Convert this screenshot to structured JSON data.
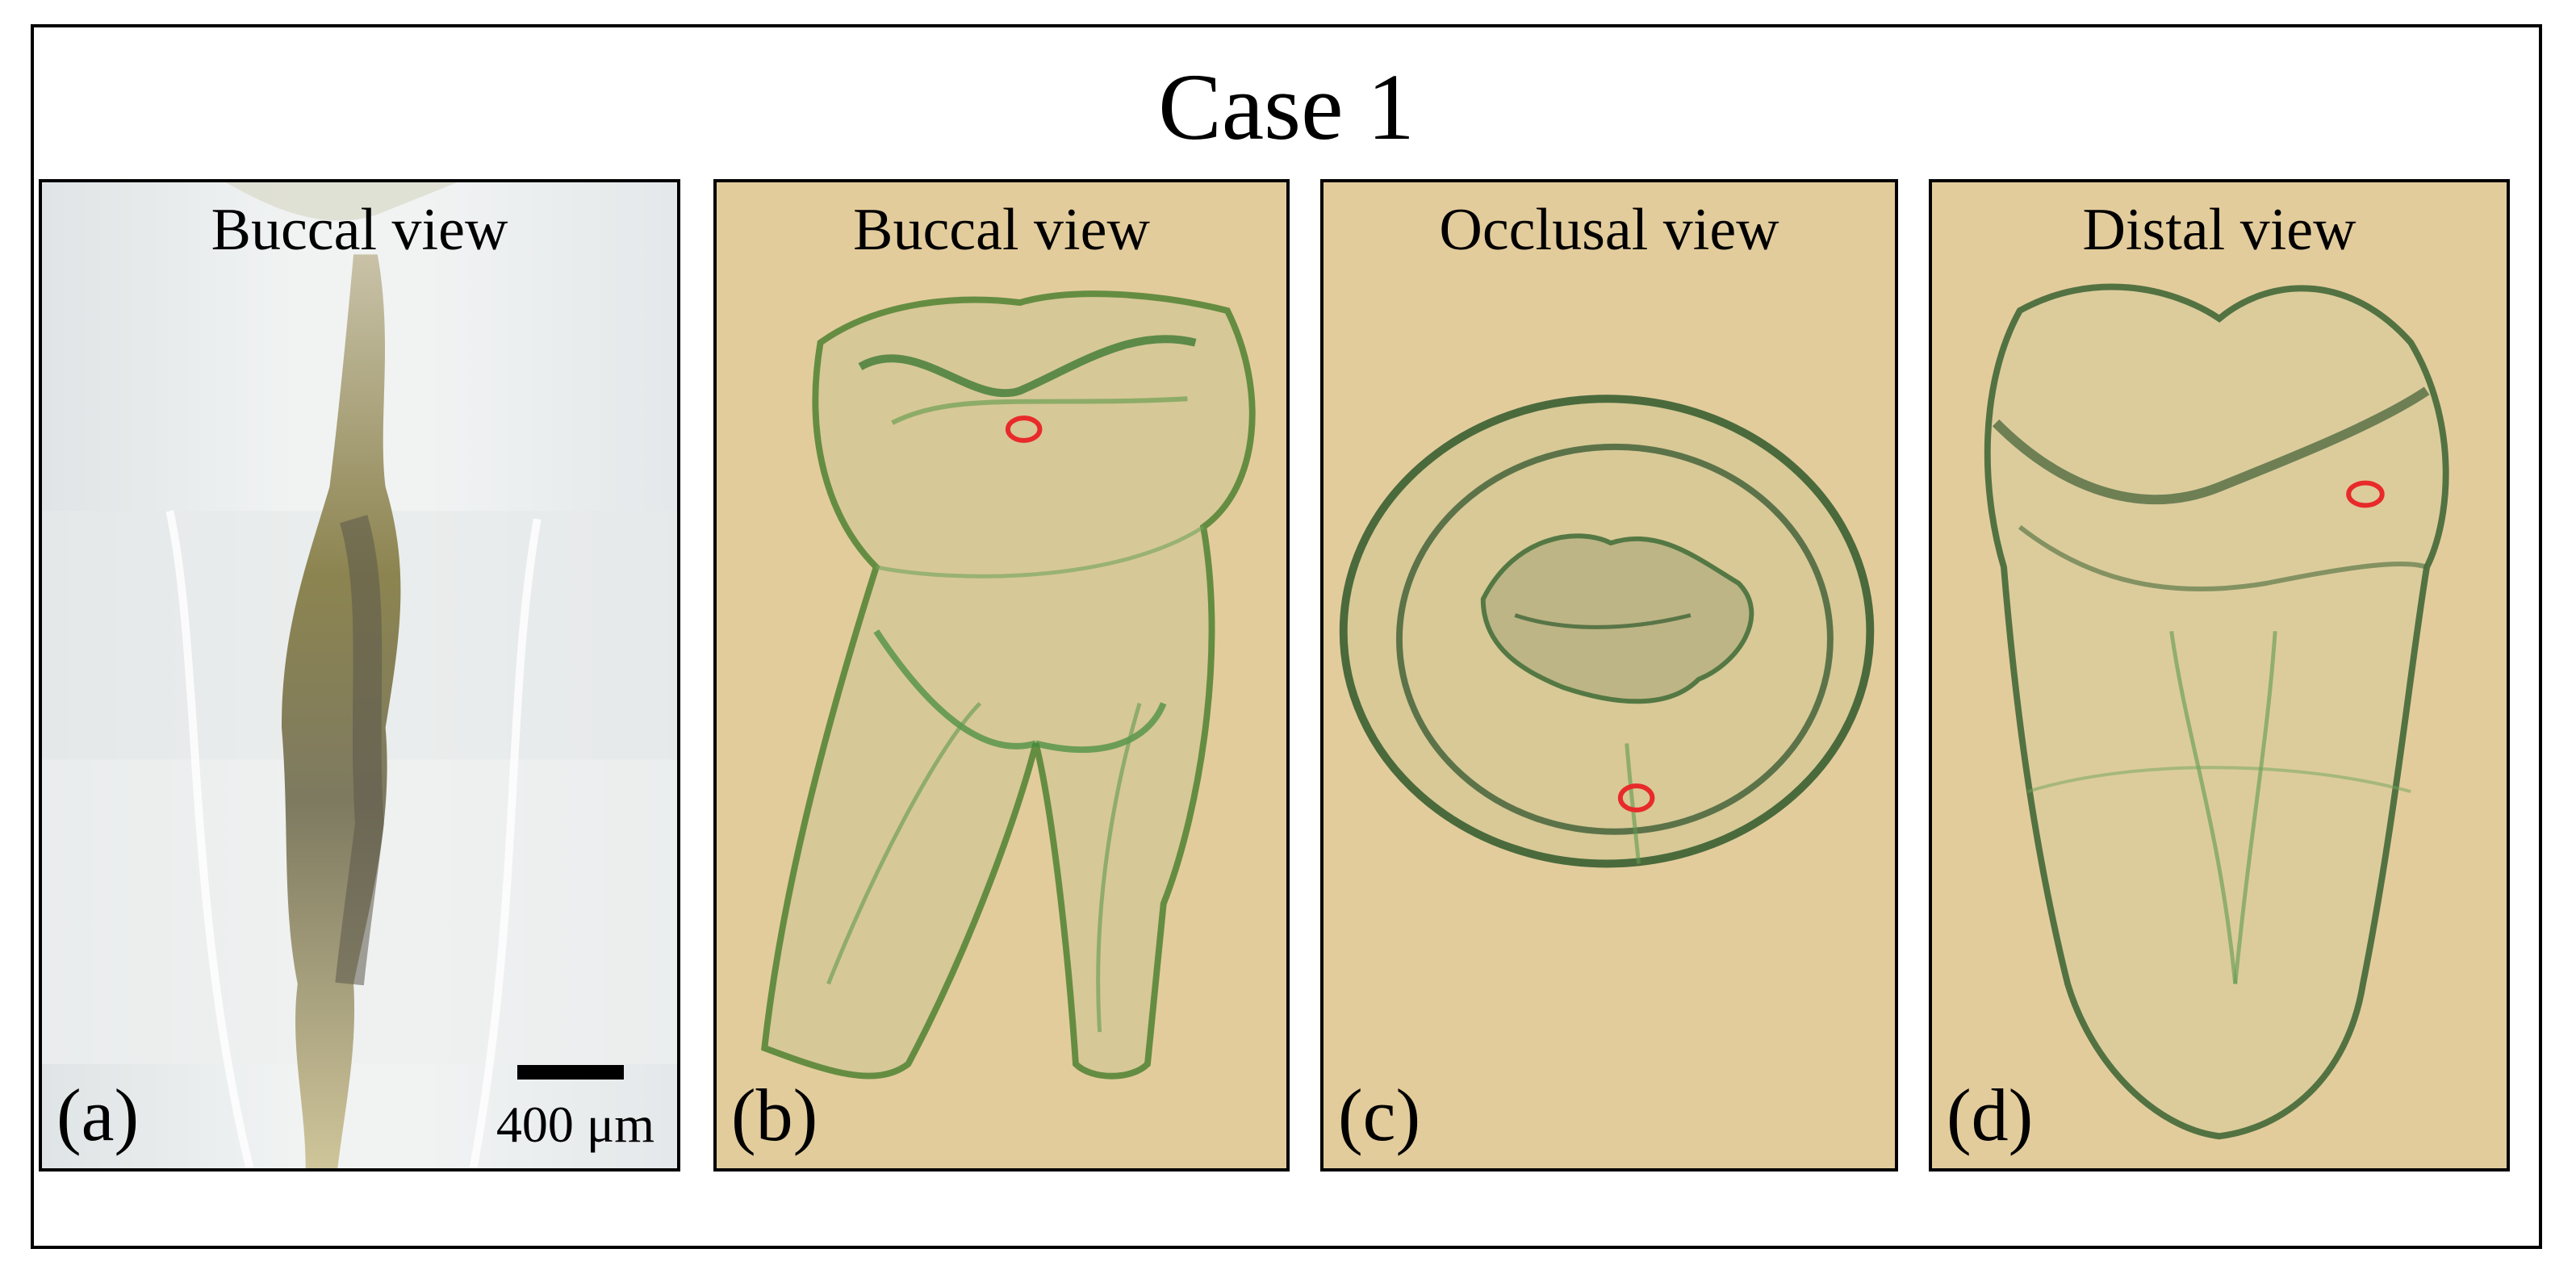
{
  "figure": {
    "title": "Case 1",
    "panels": [
      {
        "label": "(a)",
        "view": "Buccal view",
        "kind": "micrograph"
      },
      {
        "label": "(b)",
        "view": "Buccal view",
        "kind": "point-cloud"
      },
      {
        "label": "(c)",
        "view": "Occlusal view",
        "kind": "point-cloud"
      },
      {
        "label": "(d)",
        "view": "Distal view",
        "kind": "point-cloud"
      }
    ],
    "scale_bar": {
      "text": "400 μm"
    }
  },
  "colors": {
    "cloud_background": "#e3cc9c",
    "points": "#3d8a3a",
    "marker": "#e82a2a",
    "micrograph_background": "#e9ecec"
  }
}
